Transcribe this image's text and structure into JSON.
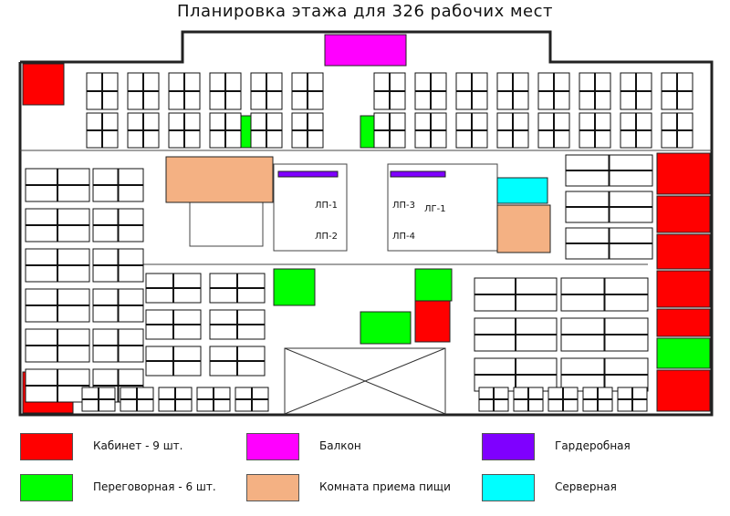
{
  "title": "Планировка этажа для 326 рабочих мест",
  "rooms": {
    "lp1": "ЛП-1",
    "lp2": "ЛП-2",
    "lp3": "ЛП-3",
    "lp4": "ЛП-4",
    "lg1": "ЛГ-1"
  },
  "legend": [
    {
      "label": "Кабинет - 9 шт.",
      "color": "#ff0000"
    },
    {
      "label": "Балкон",
      "color": "#ff00ff"
    },
    {
      "label": "Гардеробная",
      "color": "#7f00ff"
    },
    {
      "label": "Переговорная - 6 шт.",
      "color": "#00ff00"
    },
    {
      "label": "Комната приема пищи",
      "color": "#f4b183"
    },
    {
      "label": "Серверная",
      "color": "#00ffff"
    }
  ],
  "colors": {
    "office": "#ff0000",
    "meeting": "#00ff00",
    "balcony": "#ff00ff",
    "cloakroom": "#7f00ff",
    "kitchen": "#f4b183",
    "server": "#00ffff",
    "wall": "#222222",
    "desk": "#111111"
  }
}
